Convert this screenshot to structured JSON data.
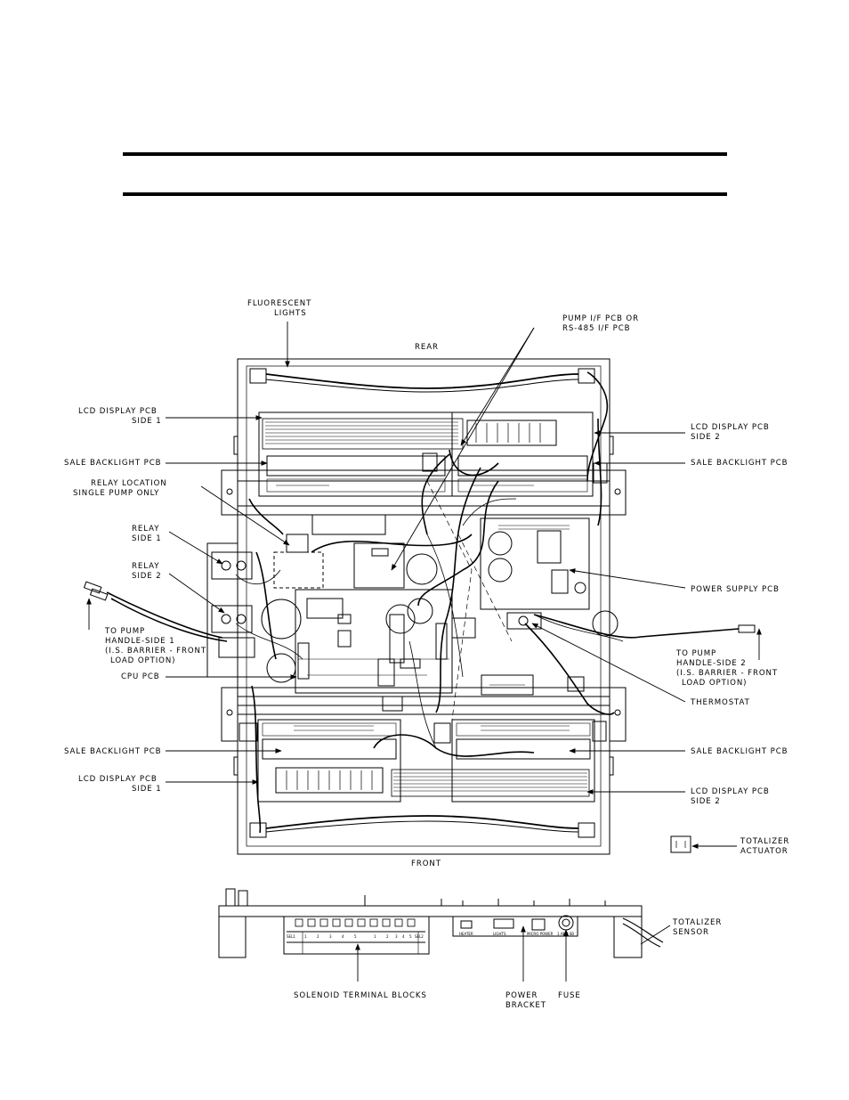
{
  "labels": {
    "fluorescent_1": "FLUORESCENT",
    "fluorescent_2": "LIGHTS",
    "rear": "REAR",
    "front": "FRONT",
    "pump_if_1": "PUMP I/F PCB OR",
    "pump_if_2": "RS-485 I/F PCB",
    "lcd_tl_1": "LCD DISPLAY PCB",
    "lcd_tl_2": "SIDE 1",
    "lcd_tr_1": "LCD DISPLAY PCB",
    "lcd_tr_2": "SIDE 2",
    "sale_tl": "SALE BACKLIGHT PCB",
    "sale_tr": "SALE BACKLIGHT PCB",
    "relay_loc_1": "RELAY LOCATION",
    "relay_loc_2": "SINGLE PUMP ONLY",
    "relay1_1": "RELAY",
    "relay1_2": "SIDE 1",
    "relay2_1": "RELAY",
    "relay2_2": "SIDE 2",
    "power_supply": "POWER SUPPLY PCB",
    "handle1_1": "TO PUMP",
    "handle1_2": "HANDLE-SIDE 1",
    "handle1_3": "(I.S. BARRIER - FRONT",
    "handle1_4": "LOAD OPTION)",
    "handle2_1": "TO PUMP",
    "handle2_2": "HANDLE-SIDE 2",
    "handle2_3": "(I.S. BARRIER - FRONT",
    "handle2_4": "LOAD OPTION)",
    "cpu": "CPU PCB",
    "thermostat": "THERMOSTAT",
    "sale_bl": "SALE BACKLIGHT PCB",
    "sale_br": "SALE BACKLIGHT PCB",
    "lcd_bl_1": "LCD DISPLAY PCB",
    "lcd_bl_2": "SIDE 1",
    "lcd_br_1": "LCD DISPLAY PCB",
    "lcd_br_2": "SIDE 2",
    "totalizer_act_1": "TOTALIZER",
    "totalizer_act_2": "ACTUATOR",
    "totalizer_sen_1": "TOTALIZER",
    "totalizer_sen_2": "SENSOR",
    "solenoid": "SOLENOID TERMINAL BLOCKS",
    "power_bracket_1": "POWER",
    "power_bracket_2": "BRACKET",
    "fuse": "FUSE",
    "bracket_heater": "HEATER",
    "bracket_lights": "LIGHTS",
    "bracket_power": "MICRO POWER",
    "bracket_amp": "1 AMP SB",
    "terminal_sel_l": "SEL1",
    "terminal_sel_r": "SEL2",
    "t1": "1",
    "t2": "2",
    "t3": "3",
    "t4": "4",
    "t5": "5",
    "t6": "1",
    "t7": "2",
    "t8": "3",
    "t9": "4",
    "t10": "5"
  }
}
